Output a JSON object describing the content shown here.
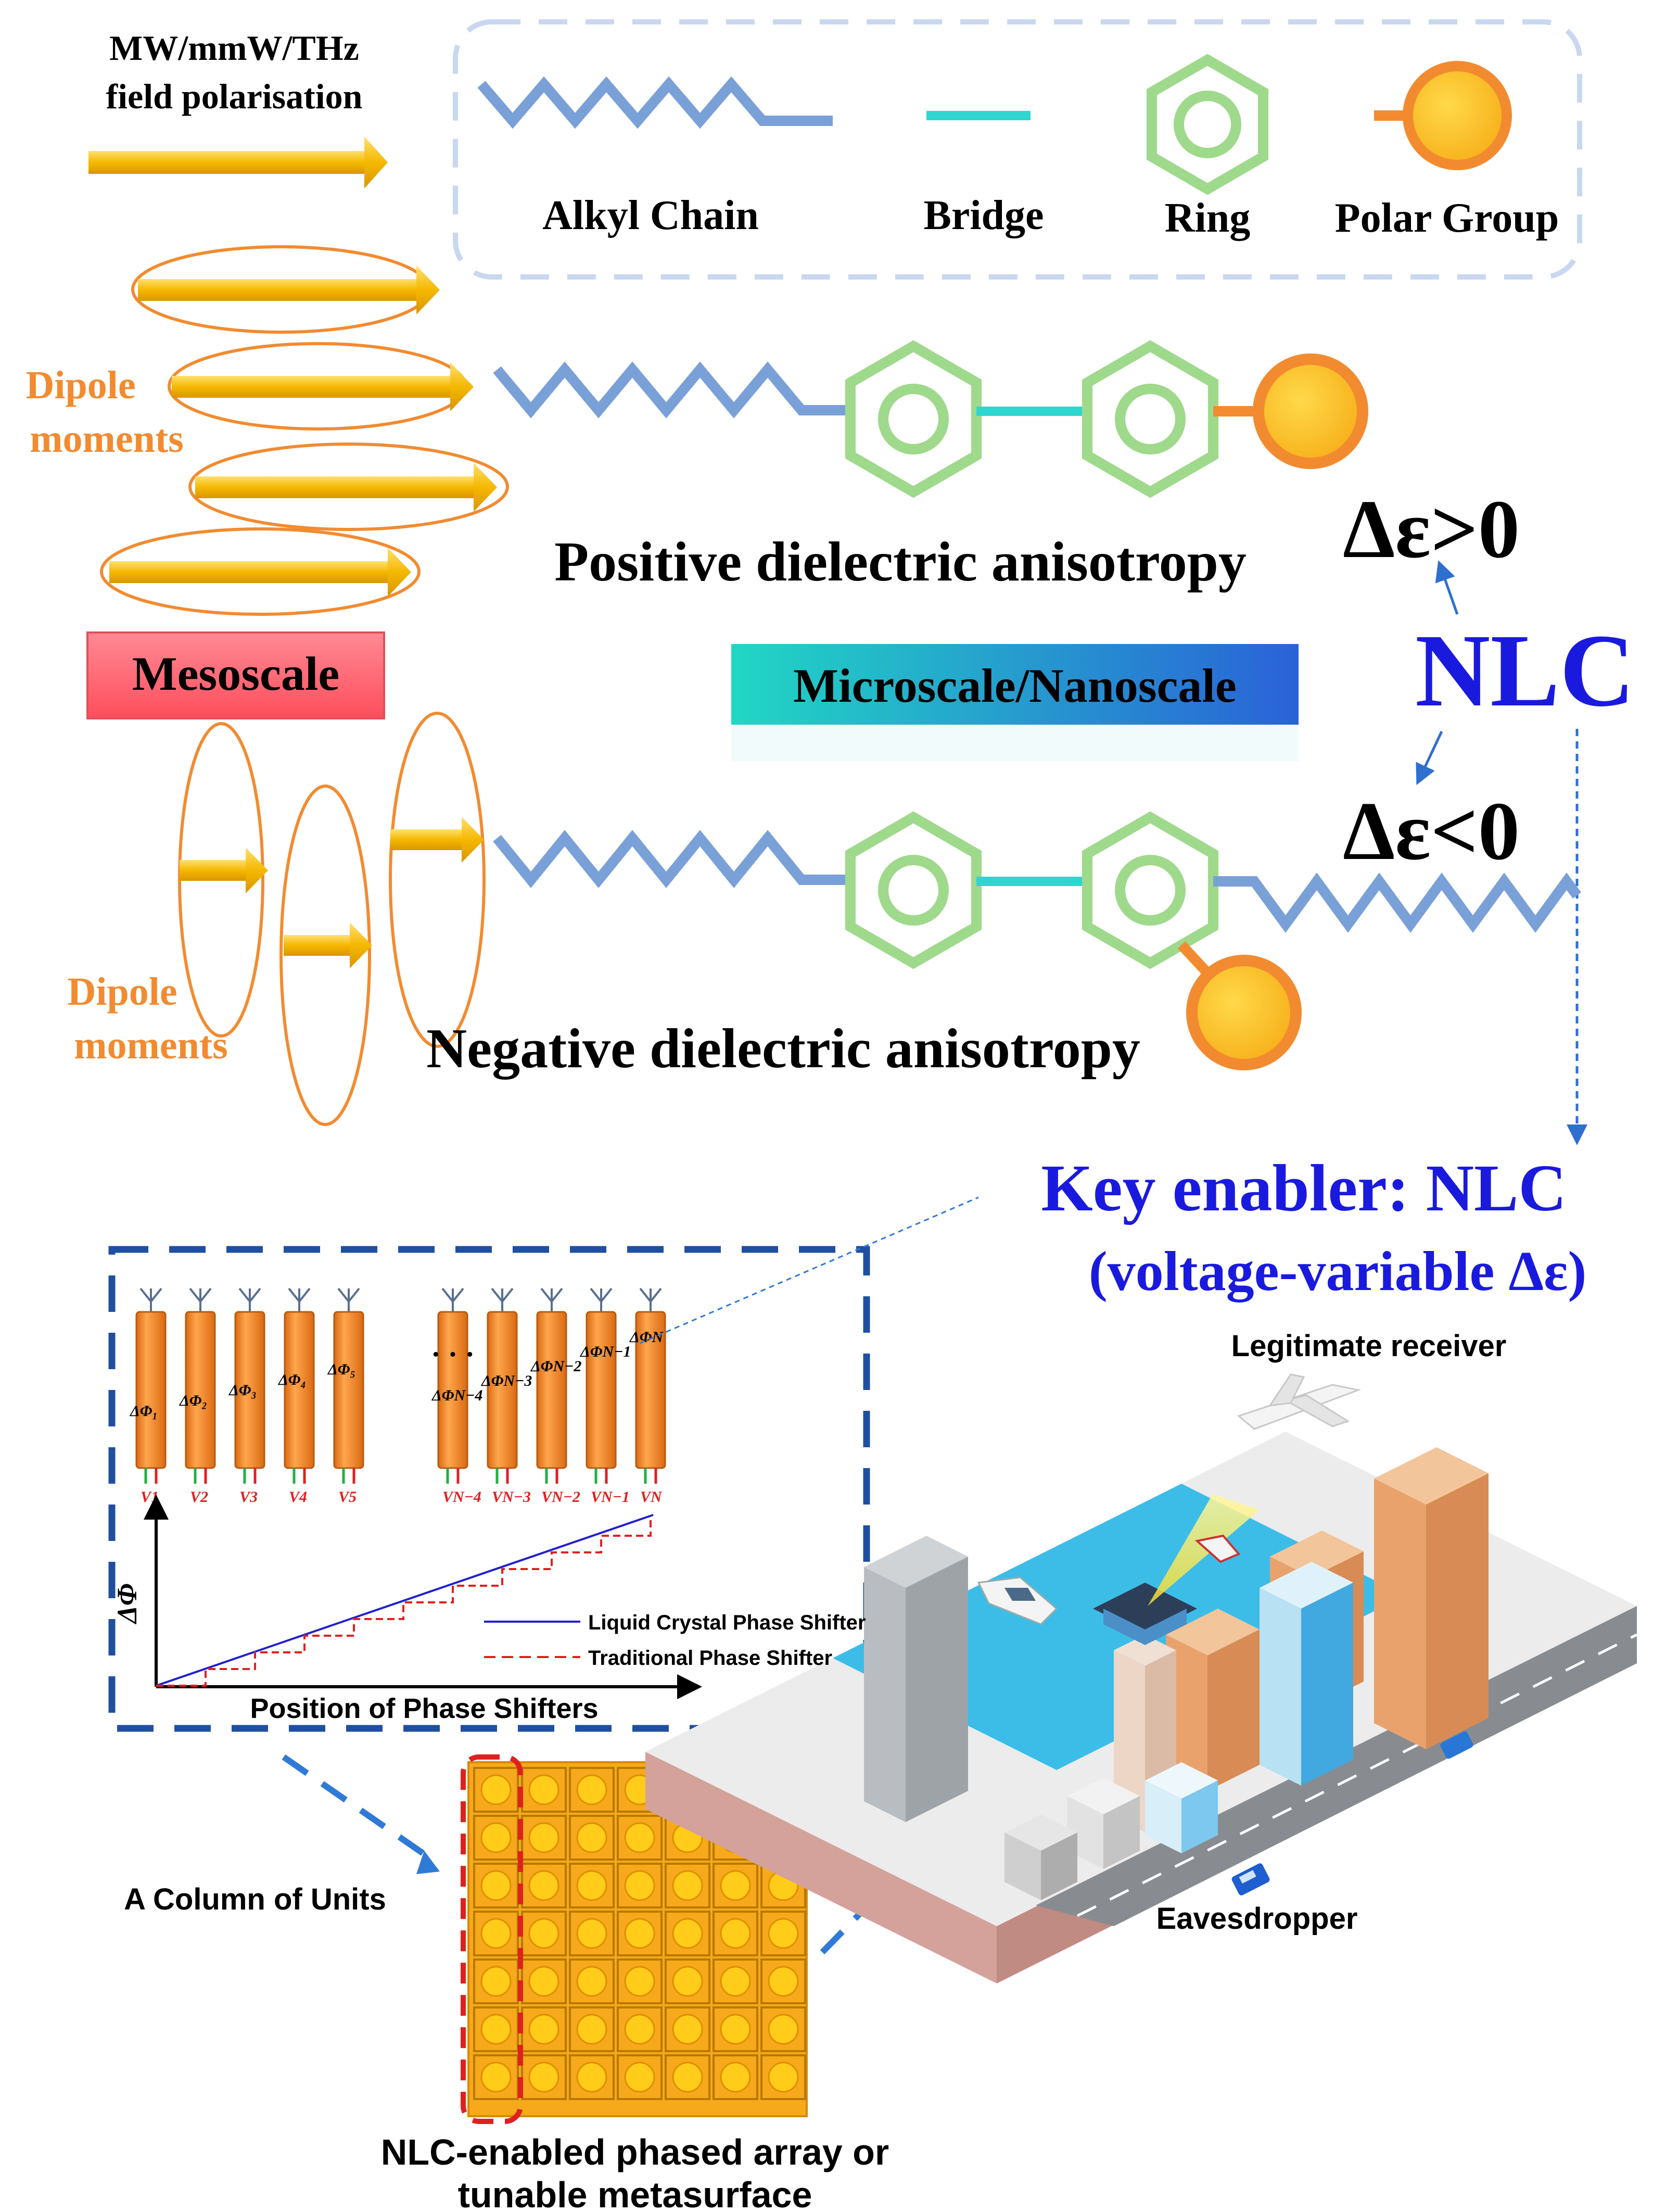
{
  "field_label": [
    "MW/mmW/THz",
    "field polarisation"
  ],
  "legend": {
    "alkyl_chain": "Alkyl Chain",
    "bridge": "Bridge",
    "ring": "Ring",
    "polar_group": "Polar Group"
  },
  "dipole_label": [
    "Dipole",
    "moments"
  ],
  "positive_label": "Positive dielectric anisotropy",
  "negative_label": "Negative dielectric anisotropy",
  "delta_positive": "Δε>0",
  "delta_negative": "Δε<0",
  "nlc": "NLC",
  "mesoscale": "Mesoscale",
  "microscale": "Microscale/Nanoscale",
  "key_enabler": [
    "Key enabler: NLC",
    "(voltage-variable Δε)"
  ],
  "phase_panel": {
    "shifter_labels": [
      "ΔΦ₁",
      "ΔΦ₂",
      "ΔΦ₃",
      "ΔΦ₄",
      "ΔΦ₅",
      "ΔΦN−4",
      "ΔΦN−3",
      "ΔΦN−2",
      "ΔΦN−1",
      "ΔΦN"
    ],
    "voltage_labels": [
      "V1",
      "V2",
      "V3",
      "V4",
      "V5",
      "VN−4",
      "VN−3",
      "VN−2",
      "VN−1",
      "VN"
    ],
    "ellipsis": "· · ·",
    "y_axis": "ΔΦ",
    "x_axis": "Position of Phase Shifters",
    "legend_lc": "Liquid Crystal Phase Shifter",
    "legend_trad": "Traditional Phase Shifter"
  },
  "column_label": "A Column of Units",
  "array_caption": [
    "NLC-enabled phased array or",
    "tunable metasurface"
  ],
  "legit_receiver": "Legitimate receiver",
  "eavesdropper": "Eavesdropper",
  "colors": {
    "arrow_gold": "#f5b800",
    "orange": "#f28b30",
    "chain_blue": "#7aa0d8",
    "bridge_cyan": "#2fd6d0",
    "ring_green": "#9fd98b",
    "nlc_blue": "#1a1adf",
    "dash_blue": "#1f4fa0",
    "red_dash": "#e02020"
  }
}
